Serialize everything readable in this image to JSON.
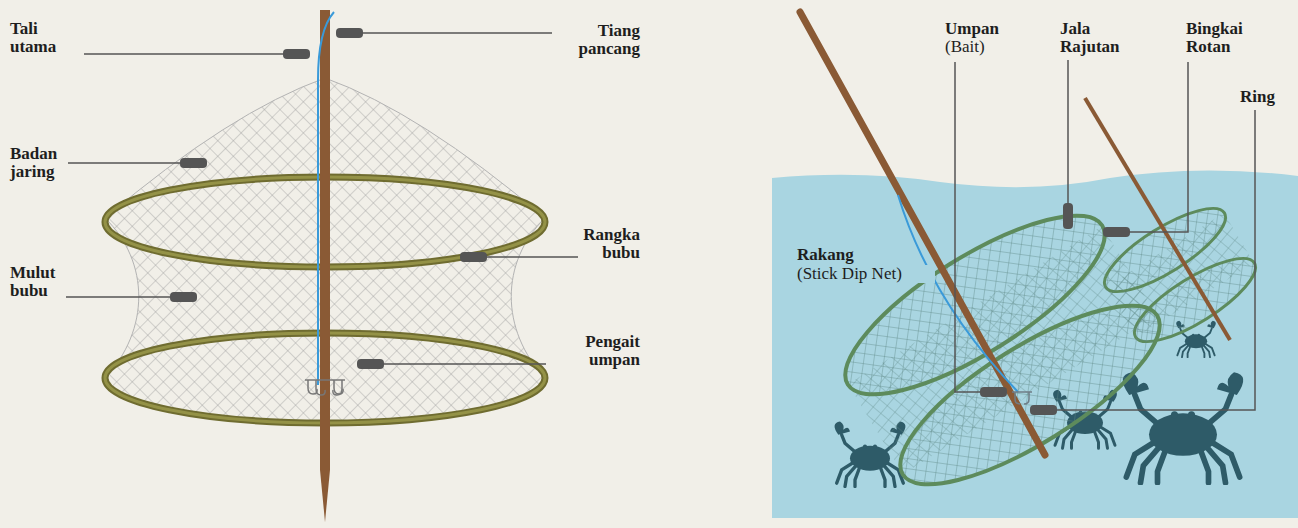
{
  "diagram": {
    "labels": [
      "Tali utama",
      "Tiang pancang",
      "Badan jaring",
      "Rangka bubu",
      "Mulut bubu",
      "Pengait umpan",
      "Umpan",
      "(Bait)",
      "Jala Rajutan",
      "Bingkai Rotan",
      "Ring",
      "Rakang",
      "(Stick Dip Net)"
    ]
  }
}
